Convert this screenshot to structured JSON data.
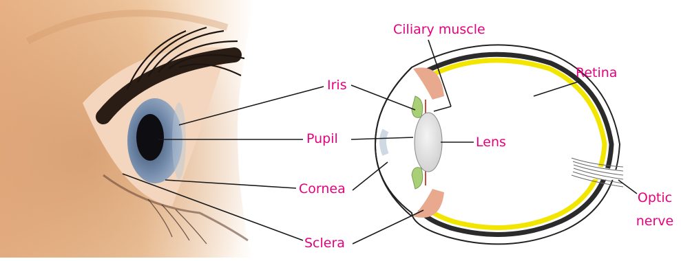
{
  "labels": {
    "ciliary_muscle": "Ciliary muscle",
    "retina": "Retina",
    "iris": "Iris",
    "pupil": "Pupil",
    "lens": "Lens",
    "cornea": "Cornea",
    "sclera": "Sclera",
    "optic_line1": "Optic",
    "optic_line2": "nerve"
  },
  "colors": {
    "label_text": "#e6007e",
    "leader_line": "#1a1a1a",
    "retina": "#f2e600",
    "choroid": "#2b2b2b",
    "iris_tissue": "#a9cf77",
    "ciliary_body": "#e8a98f",
    "lens": "#e7e7e7",
    "skin": "#e9b88e",
    "iris_photo": "#6f87a8"
  }
}
